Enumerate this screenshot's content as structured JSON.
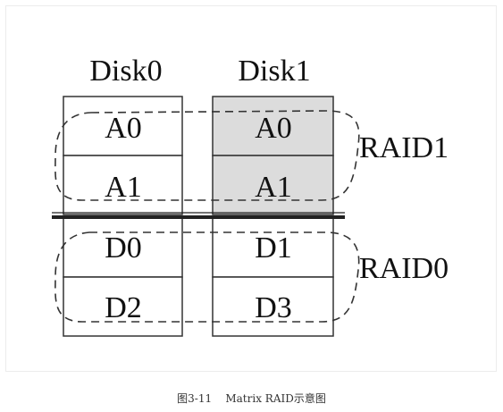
{
  "disks": [
    {
      "label": "Disk0",
      "cells": [
        "A0",
        "A1",
        "D0",
        "D2"
      ]
    },
    {
      "label": "Disk1",
      "cells": [
        "A0",
        "A1",
        "D1",
        "D3"
      ]
    }
  ],
  "raid_groups": [
    {
      "label": "RAID1",
      "level": "RAID1",
      "mirrored": true
    },
    {
      "label": "RAID0",
      "level": "RAID0",
      "mirrored": false
    }
  ],
  "colors": {
    "mirror_fill": "#dcdcdc",
    "cell_fill": "#ffffff",
    "stroke": "#333333",
    "divider": "#222222"
  },
  "caption": "图3-11    Matrix RAID示意图"
}
